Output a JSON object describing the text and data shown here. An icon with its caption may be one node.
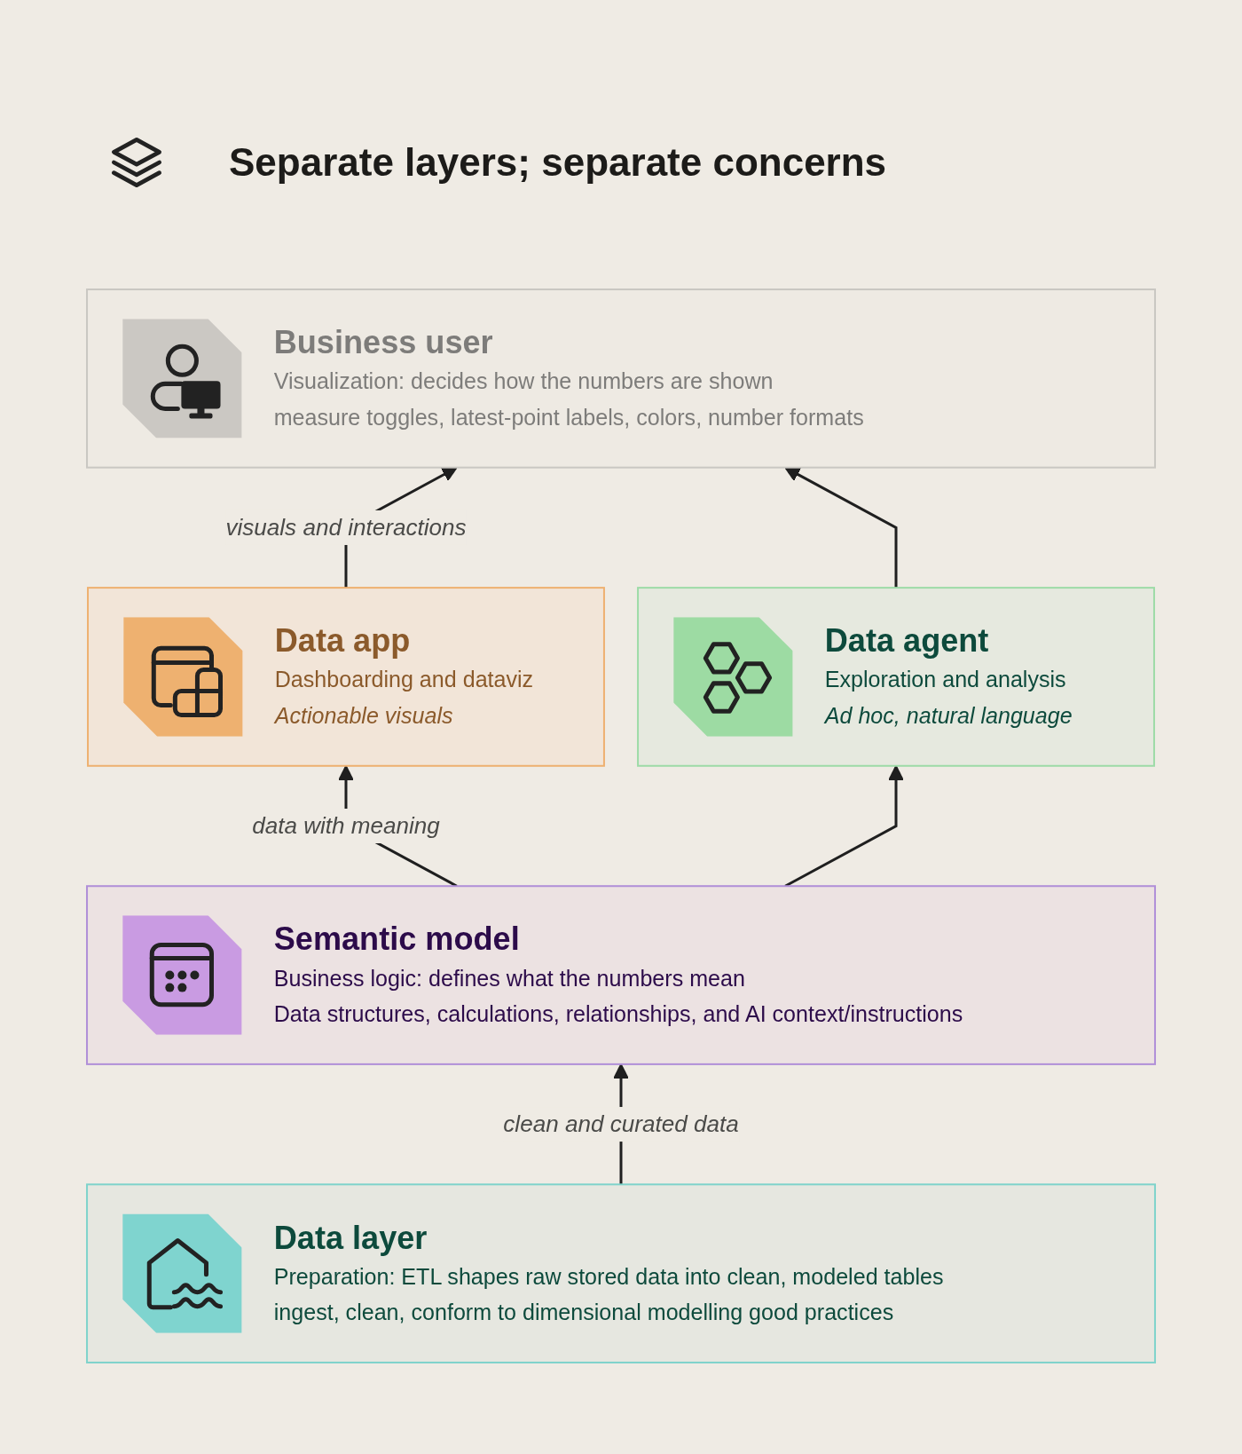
{
  "diagram": {
    "title": "Separate layers; separate concerns",
    "nodes": [
      {
        "text": [
          "Business user",
          "Visualization: decides how the numbers are shown",
          "measure toggles, latest-point labels, colors, number formats"
        ]
      },
      {
        "text": [
          "Data app",
          "Dashboarding and dataviz",
          "Actionable visuals"
        ]
      },
      {
        "text": [
          "Data agent",
          "Exploration and analysis",
          "Ad hoc, natural language"
        ]
      },
      {
        "text": [
          "Semantic model",
          "Business logic: defines what the numbers mean",
          "Data structures, calculations, relationships, and AI context/instructions"
        ]
      },
      {
        "text": [
          "Data layer",
          "Preparation: ETL shapes raw stored data into clean, modeled tables",
          "ingest, clean, conform to dimensional modelling good practices"
        ]
      }
    ],
    "edges": [
      {
        "from": 1,
        "to": 0,
        "arrow": "to",
        "label": "visuals and interactions"
      },
      {
        "from": 2,
        "to": 0,
        "arrow": "to"
      },
      {
        "from": 3,
        "to": 1,
        "arrow": "to",
        "label": "data with meaning"
      },
      {
        "from": 3,
        "to": 2,
        "arrow": "to"
      },
      {
        "from": 4,
        "to": 3,
        "arrow": "to",
        "label": "clean and curated data"
      }
    ]
  }
}
